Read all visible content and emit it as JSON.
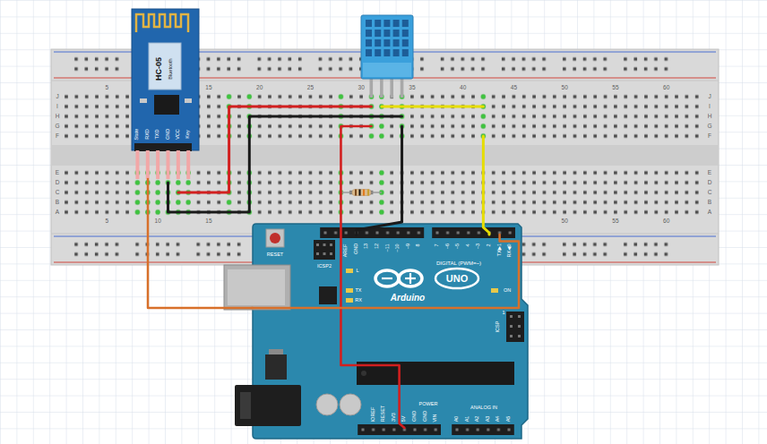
{
  "diagram": {
    "nodes": [
      {
        "text": [
          "HC-05",
          "Bluetooth"
        ]
      },
      {
        "text": [
          "Arduino",
          "UNO"
        ]
      }
    ],
    "edges": [
      {
        "from": 0,
        "to": 1,
        "arrow": "none"
      }
    ],
    "labels": [
      "5",
      "15",
      "20",
      "25",
      "30",
      "35",
      "40",
      "45",
      "50",
      "55",
      "60",
      "5",
      "10",
      "15",
      "50",
      "55",
      "60",
      "J",
      "I",
      "H",
      "G",
      "F",
      "E",
      "D",
      "C",
      "B",
      "A",
      "J",
      "I",
      "H",
      "G",
      "F",
      "E",
      "D",
      "C",
      "B",
      "A",
      "State",
      "RXD",
      "TXD",
      "GND",
      "VCC",
      "Key",
      "RESET",
      "ICSP2",
      "AREF",
      "GND",
      "13",
      "12",
      "~11",
      "~10",
      "~9",
      "8",
      "7",
      "~6",
      "~5",
      "4",
      "~3",
      "2",
      "TX▶1",
      "RX◀0",
      "DIGITAL (PWM=~)",
      "L",
      "TX",
      "RX",
      "ON",
      "ICSP",
      "1",
      "IOREF",
      "RESET",
      "3V3",
      "5V",
      "GND",
      "GND",
      "VIN",
      "POWER",
      "ANALOG IN",
      "A0",
      "A1",
      "A2",
      "A3",
      "A4",
      "A5"
    ]
  }
}
